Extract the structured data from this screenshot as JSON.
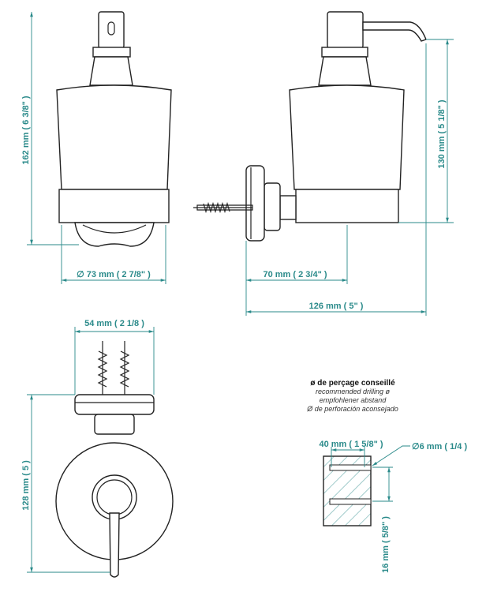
{
  "dimensions": {
    "height_total": "162 mm ( 6 3/8\" )",
    "diameter": "∅ 73 mm ( 2 7/8\" )",
    "height_side": "130 mm ( 5 1/8\" )",
    "projection": "70 mm ( 2 3/4\" )",
    "depth_total": "126 mm ( 5\" )",
    "plate_width": "54 mm ( 2 1/8 )",
    "wall_height": "128 mm ( 5 )",
    "hole_spacing": "40 mm ( 1 5/8\" )",
    "hole_diameter": "∅6 mm ( 1/4 )",
    "hole_offset": "16 mm ( 5/8\" )"
  },
  "drilling_note": {
    "title": "ø de perçage conseillé",
    "en": "recommended drilling ø",
    "de": "empfohlener abstand",
    "es": "Ø de perforación aconsejado"
  },
  "colors": {
    "dimension": "#2a8a8a",
    "outline": "#222222"
  }
}
